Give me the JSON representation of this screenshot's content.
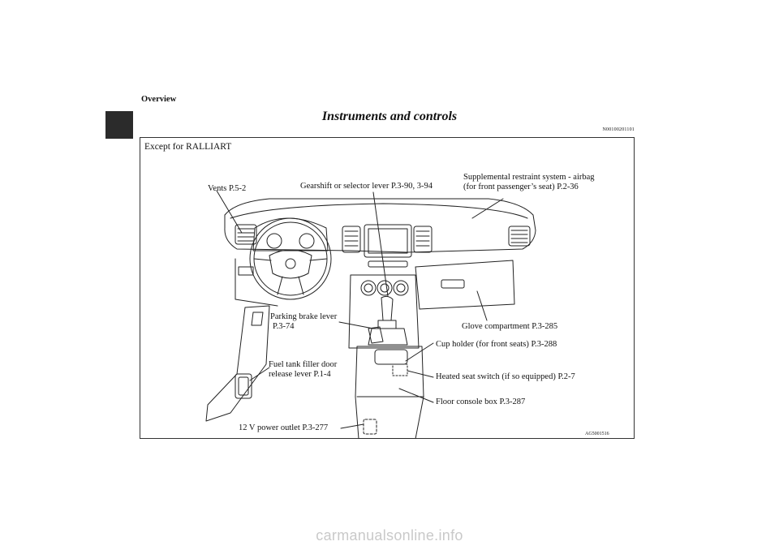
{
  "header": {
    "section": "Overview",
    "title": "Instruments and controls",
    "doc_code": "N00100201101"
  },
  "figure": {
    "variant": "Except for RALLIART",
    "image_code": "AG5001516",
    "callouts": {
      "vents": "Vents P.5-2",
      "gearshift": "Gearshift or selector lever P.3-90, 3-94",
      "srs_line1": "Supplemental restraint system - airbag",
      "srs_line2": "(for front passenger’s seat) P.2-36",
      "parking_line1": "Parking brake lever",
      "parking_line2": "P.3-74",
      "glove": "Glove compartment P.3-285",
      "cup": "Cup holder (for front seats) P.3-288",
      "fuel_line1": "Fuel tank filler door",
      "fuel_line2": "release lever P.1-4",
      "heated": "Heated seat switch (if so equipped) P.2-7",
      "console": "Floor console box P.3-287",
      "power": "12 V power outlet P.3-277"
    }
  },
  "footer": {
    "watermark": "carmanualsonline.info"
  }
}
